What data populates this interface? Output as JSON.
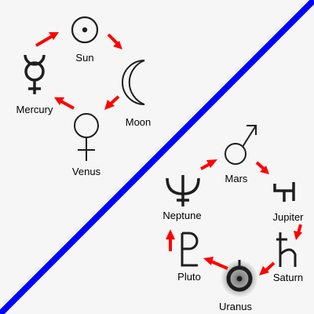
{
  "divider_color": "#0000ff",
  "arrow_color": "#ff0000",
  "glyph_color": "#1e1e1e",
  "background_color": "#f6f6f6",
  "upper_cycle": {
    "bodies": [
      {
        "key": "sun",
        "label": "Sun",
        "icon": "sun-symbol-icon"
      },
      {
        "key": "moon",
        "label": "Moon",
        "icon": "moon-symbol-icon"
      },
      {
        "key": "venus",
        "label": "Venus",
        "icon": "venus-symbol-icon"
      },
      {
        "key": "mercury",
        "label": "Mercury",
        "icon": "mercury-symbol-icon"
      }
    ],
    "arrows": [
      {
        "from": "mercury",
        "to": "sun"
      },
      {
        "from": "sun",
        "to": "moon"
      },
      {
        "from": "moon",
        "to": "venus"
      },
      {
        "from": "venus",
        "to": "mercury"
      }
    ]
  },
  "lower_cycle": {
    "bodies": [
      {
        "key": "mars",
        "label": "Mars",
        "icon": "mars-symbol-icon"
      },
      {
        "key": "jupiter",
        "label": "Jupiter",
        "icon": "jupiter-symbol-icon"
      },
      {
        "key": "saturn",
        "label": "Saturn",
        "icon": "saturn-symbol-icon"
      },
      {
        "key": "uranus",
        "label": "Uranus",
        "icon": "uranus-symbol-icon"
      },
      {
        "key": "pluto",
        "label": "Pluto",
        "icon": "pluto-symbol-icon"
      },
      {
        "key": "neptune",
        "label": "Neptune",
        "icon": "neptune-symbol-icon"
      }
    ],
    "arrows": [
      {
        "from": "neptune",
        "to": "mars"
      },
      {
        "from": "mars",
        "to": "jupiter"
      },
      {
        "from": "jupiter",
        "to": "saturn"
      },
      {
        "from": "saturn",
        "to": "uranus"
      },
      {
        "from": "uranus",
        "to": "pluto"
      },
      {
        "from": "pluto",
        "to": "neptune"
      }
    ]
  }
}
